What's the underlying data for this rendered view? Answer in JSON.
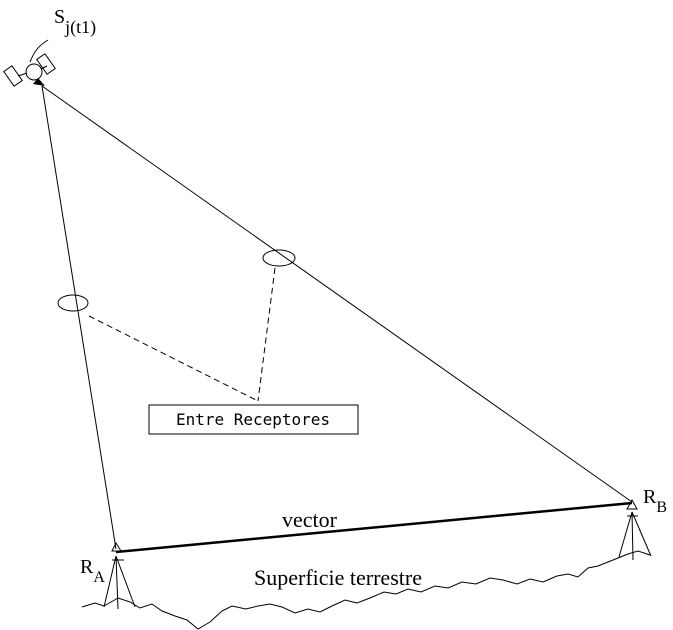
{
  "satellite": {
    "label_main": "S",
    "label_sub": "j(t1)"
  },
  "receiver_a": {
    "label_main": "R",
    "label_sub": "A"
  },
  "receiver_b": {
    "label_main": "R",
    "label_sub": "B"
  },
  "baseline": {
    "label": "vector"
  },
  "ground": {
    "label": "Superficie terrestre"
  },
  "callout": {
    "label": "Entre Receptores"
  }
}
